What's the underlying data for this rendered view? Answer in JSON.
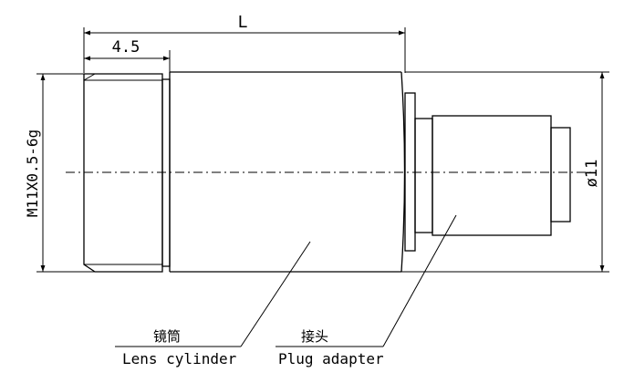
{
  "dimensions": {
    "length": "L",
    "thread_offset": "4.5",
    "thread_spec": "M11X0.5-6g",
    "diameter": "ø11"
  },
  "labels": {
    "lens_cylinder_cn": "镜筒",
    "lens_cylinder_en": "Lens cylinder",
    "plug_adapter_cn": "接头",
    "plug_adapter_en": "Plug adapter"
  }
}
